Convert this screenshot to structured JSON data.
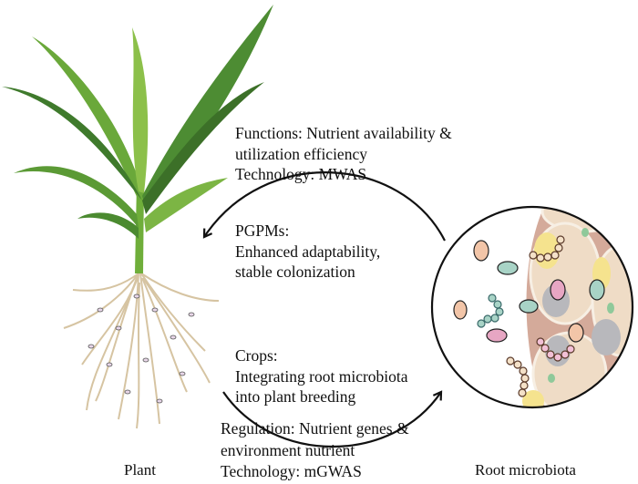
{
  "labels": {
    "plant": "Plant",
    "root_microbiota": "Root microbiota"
  },
  "top_text": {
    "line1": "Functions: Nutrient availability &",
    "line2": "utilization efficiency",
    "line3": "Technology: MWAS"
  },
  "pgpms_text": {
    "line1": "PGPMs:",
    "line2": "Enhanced adaptability,",
    "line3": "stable colonization"
  },
  "crops_text": {
    "line1": "Crops:",
    "line2": "Integrating root microbiota",
    "line3": "into plant breeding"
  },
  "bottom_text": {
    "line1": "Regulation: Nutrient genes &",
    "line2": "environment nutrient",
    "line3": "Technology: mGWAS"
  },
  "colors": {
    "leaf_dark": "#3f7a2c",
    "leaf_light": "#8cc04a",
    "root": "#d9c9a8",
    "cell_wall": "#d8b7a6",
    "cell_fill": "#efd9c2",
    "vacuole": "#f6e79a"
  }
}
